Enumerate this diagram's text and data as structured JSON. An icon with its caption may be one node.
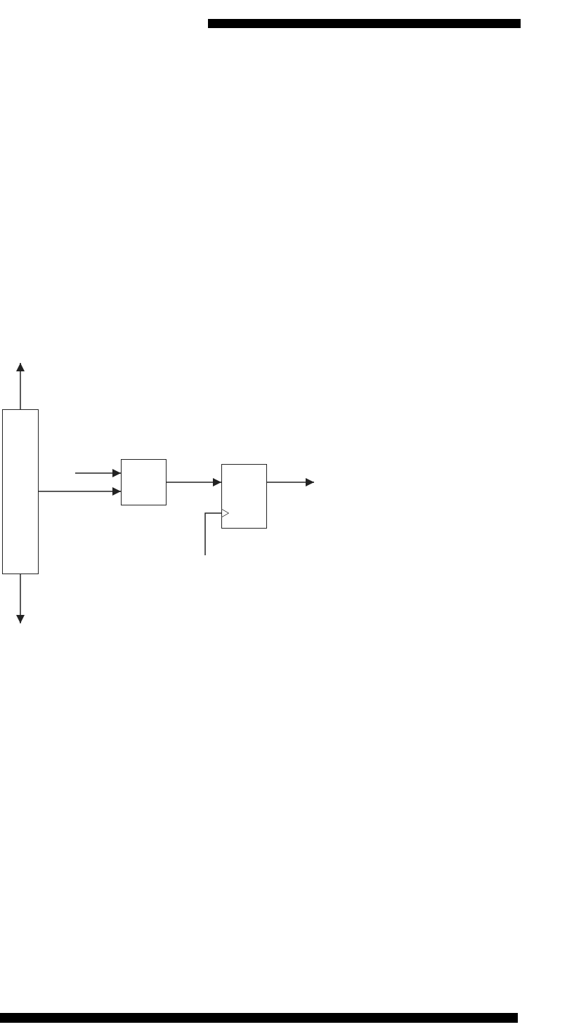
{
  "diagram": {
    "nodes": [
      {
        "text": [],
        "shape": "box"
      },
      {
        "text": [],
        "shape": "box"
      },
      {
        "text": [],
        "shape": "box"
      }
    ],
    "edges": [
      {
        "from": 0,
        "to": null,
        "arrow": "to"
      },
      {
        "from": 0,
        "to": null,
        "arrow": "to"
      },
      {
        "from": null,
        "to": 1,
        "arrow": "to"
      },
      {
        "from": 0,
        "to": 1,
        "arrow": "to"
      },
      {
        "from": 1,
        "to": 2,
        "arrow": "to"
      },
      {
        "from": 2,
        "to": null,
        "arrow": "to"
      },
      {
        "from": null,
        "to": 2,
        "arrow": "to"
      }
    ]
  }
}
